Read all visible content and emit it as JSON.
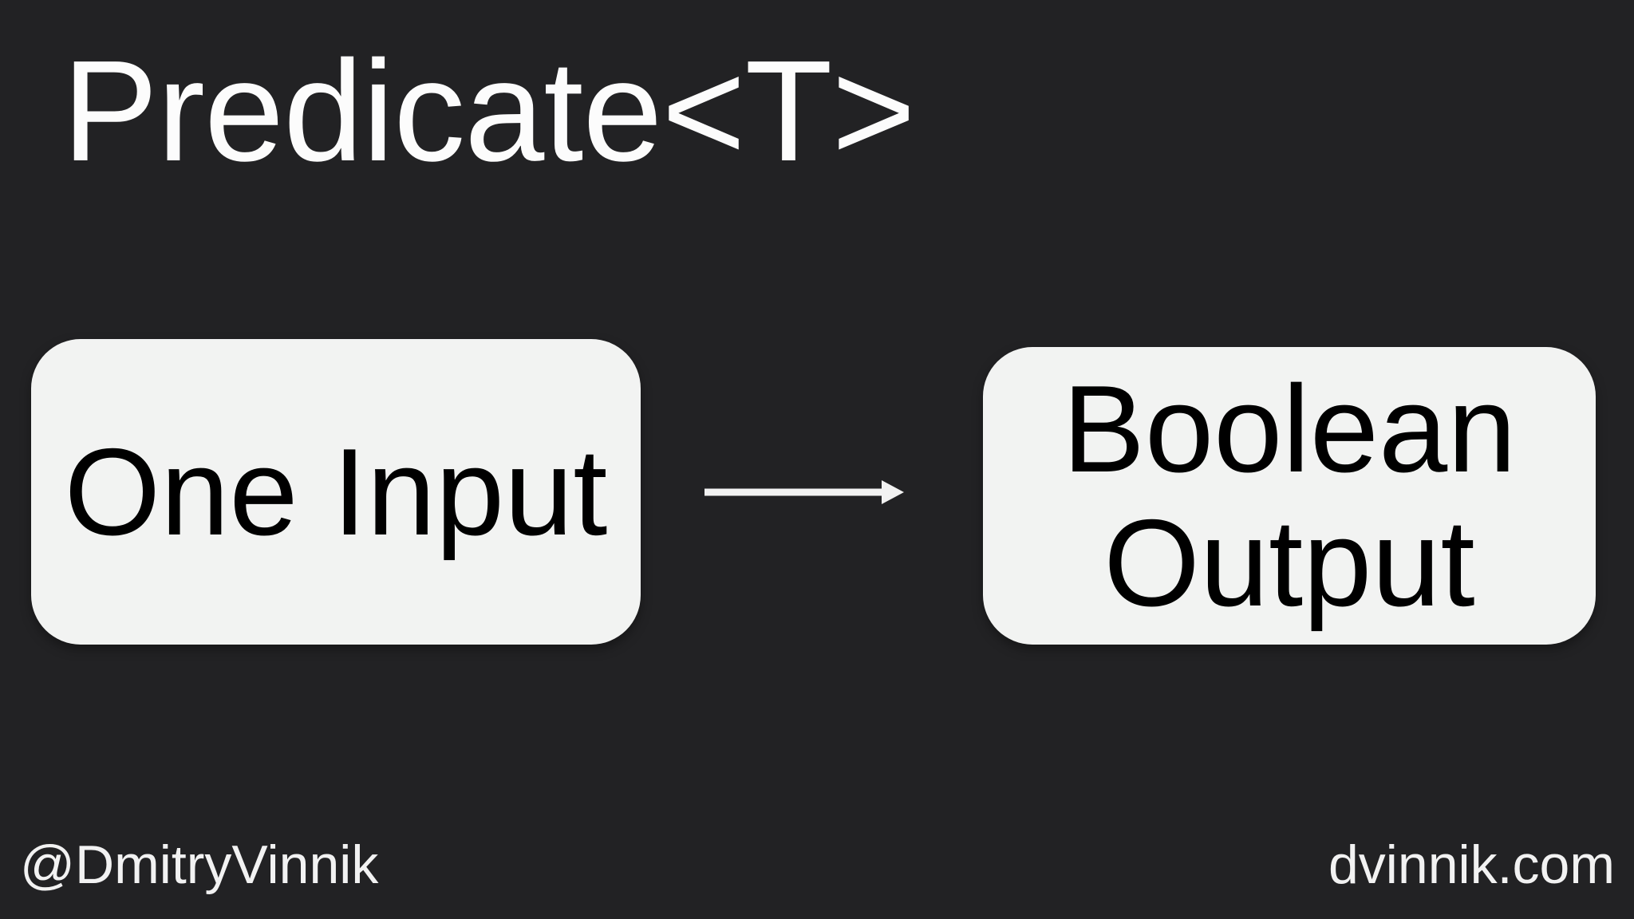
{
  "slide": {
    "title": "Predicate<T>",
    "footer": {
      "handle": "@DmitryVinnik",
      "website": "dvinnik.com"
    }
  },
  "diagram": {
    "nodes": [
      {
        "id": "one-input",
        "label": "One Input"
      },
      {
        "id": "boolean-output",
        "label": "Boolean Output"
      }
    ],
    "edges": [
      {
        "from": "one-input",
        "to": "boolean-output",
        "style": "thin-right-arrow"
      }
    ]
  },
  "colors": {
    "background": "#222224",
    "node_fill": "#f2f3f2",
    "node_text": "#000000",
    "title_text": "#fcfcfc",
    "footer_text": "#f2f2f2",
    "arrow": "#f2f2f2"
  }
}
